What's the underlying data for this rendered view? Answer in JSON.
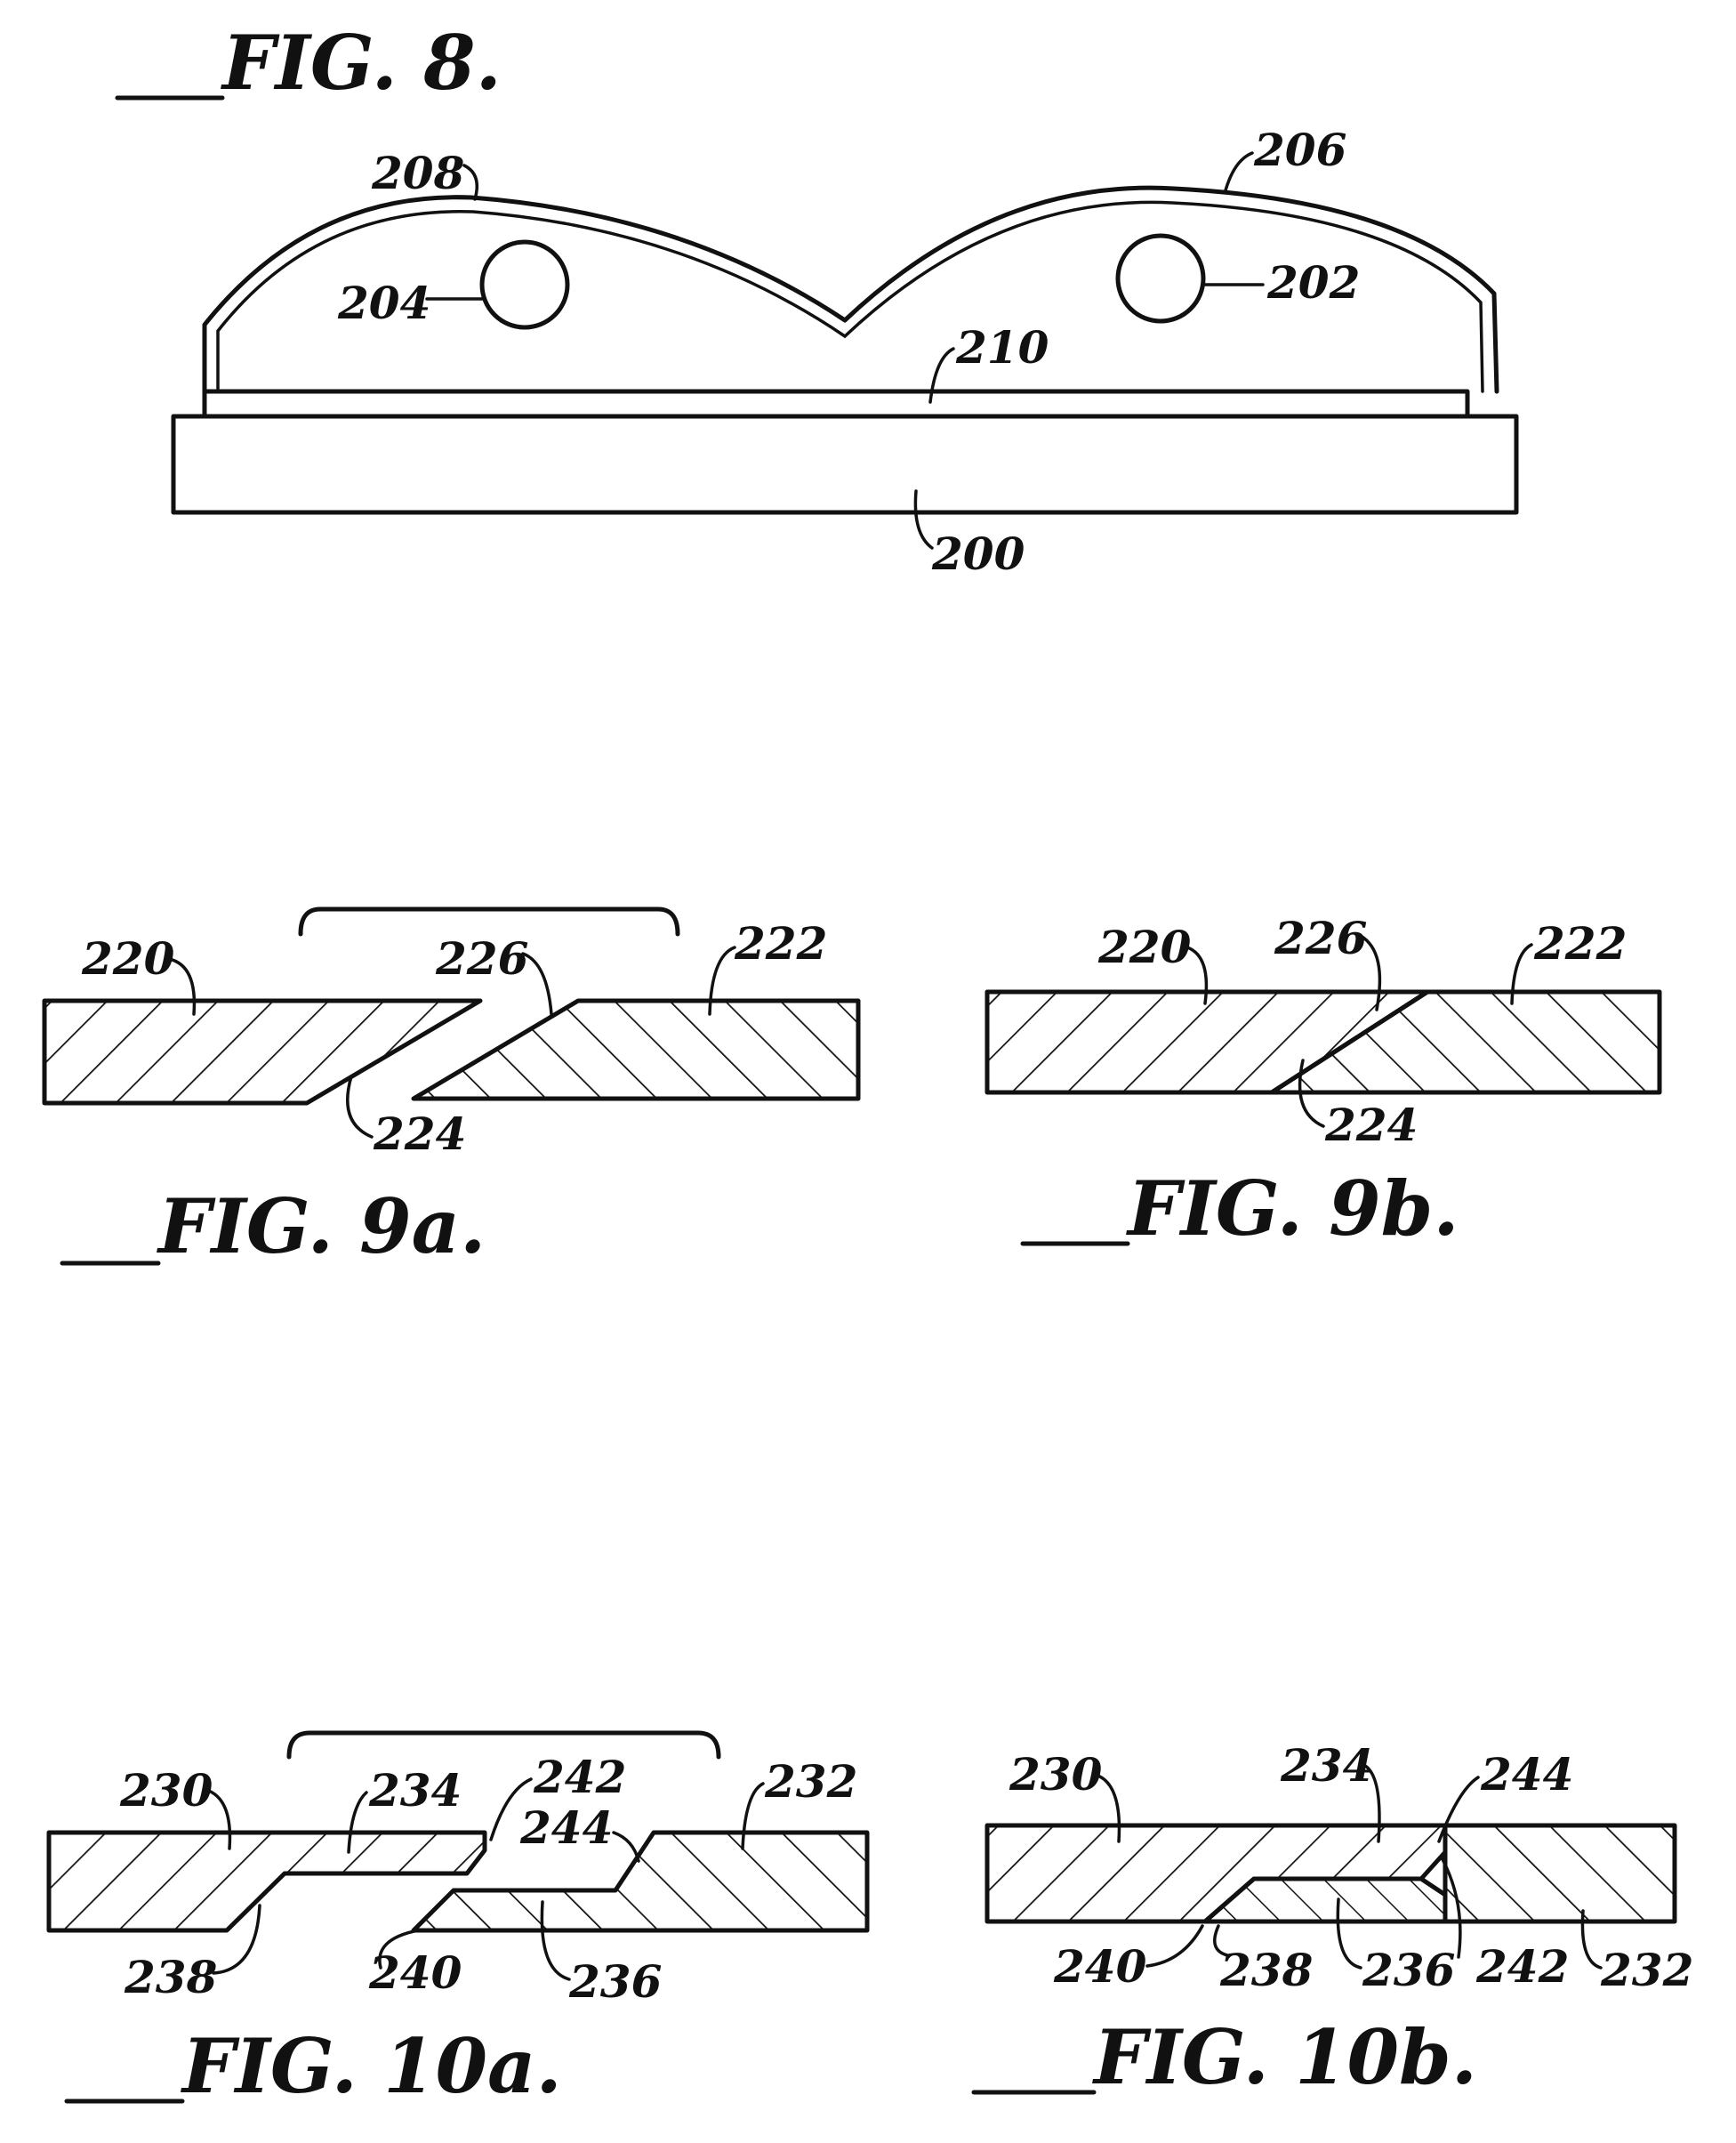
{
  "figures": {
    "fig8": {
      "title": "FIG. 8.",
      "labels": {
        "l200": "200",
        "l202": "202",
        "l204": "204",
        "l206": "206",
        "l208": "208",
        "l210": "210"
      }
    },
    "fig9a": {
      "title": "FIG. 9a.",
      "labels": {
        "l220": "220",
        "l222": "222",
        "l224": "224",
        "l226": "226"
      }
    },
    "fig9b": {
      "title": "FIG. 9b.",
      "labels": {
        "l220": "220",
        "l222": "222",
        "l224": "224",
        "l226": "226"
      }
    },
    "fig10a": {
      "title": "FIG. 10a.",
      "labels": {
        "l230": "230",
        "l232": "232",
        "l234": "234",
        "l236": "236",
        "l238": "238",
        "l240": "240",
        "l242": "242",
        "l244": "244"
      }
    },
    "fig10b": {
      "title": "FIG. 10b.",
      "labels": {
        "l230": "230",
        "l232": "232",
        "l234": "234",
        "l236": "236",
        "l238": "238",
        "l240": "240",
        "l242": "242",
        "l244": "244"
      }
    }
  }
}
